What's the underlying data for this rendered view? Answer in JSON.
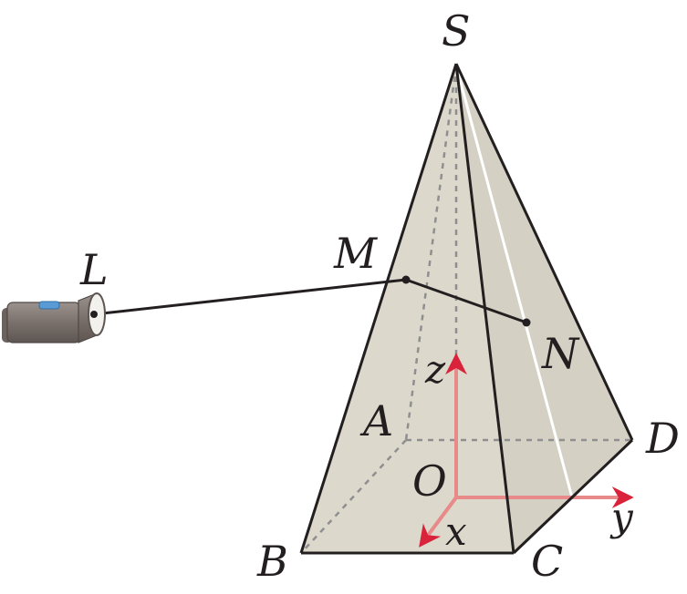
{
  "figure": {
    "labels": {
      "apex": "S",
      "base_a": "A",
      "base_b": "B",
      "base_c": "C",
      "base_d": "D",
      "origin": "O",
      "point_m": "M",
      "point_n": "N",
      "light": "L"
    },
    "axes": {
      "x": "x",
      "y": "y",
      "z": "z"
    },
    "colors": {
      "pyramid_fill": "#dcd9cc",
      "edge": "#231f20",
      "hidden_edge": "#8f8f8f",
      "axis": "#e88a8a",
      "axis_arrow": "#d9233a",
      "beam": "#231f20",
      "flashlight_body": "#7a716c",
      "flashlight_switch": "#5b9bd5"
    },
    "icons": {
      "light_source": "flashlight-icon"
    }
  }
}
